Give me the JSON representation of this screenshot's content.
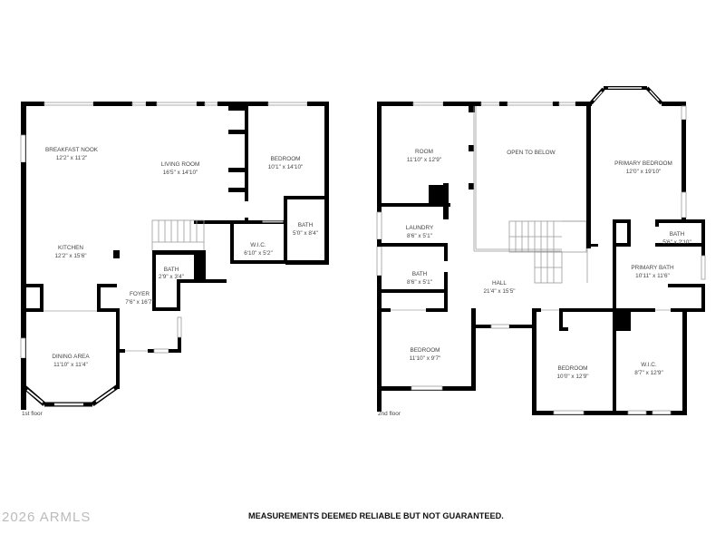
{
  "floors": [
    {
      "label": "1st floor",
      "rooms": [
        {
          "name": "BREAKFAST NOOK",
          "dims": "12'2\" x 11'2\""
        },
        {
          "name": "LIVING ROOM",
          "dims": "16'5\" x 14'10\""
        },
        {
          "name": "BEDROOM",
          "dims": "10'1\" x 14'10\""
        },
        {
          "name": "BATH",
          "dims": "5'0\" x 8'4\""
        },
        {
          "name": "W.I.C.",
          "dims": "6'10\" x 5'2\""
        },
        {
          "name": "KITCHEN",
          "dims": "12'2\" x 15'6\""
        },
        {
          "name": "BATH",
          "dims": "2'9\" x 3'4\""
        },
        {
          "name": "FOYER",
          "dims": "7'6\" x 16'7\""
        },
        {
          "name": "DINING AREA",
          "dims": "11'10\" x 11'4\""
        }
      ]
    },
    {
      "label": "2nd floor",
      "rooms": [
        {
          "name": "ROOM",
          "dims": "11'10\" x 12'9\""
        },
        {
          "name": "OPEN TO BELOW",
          "dims": ""
        },
        {
          "name": "PRIMARY BEDROOM",
          "dims": "12'0\" x 19'10\""
        },
        {
          "name": "LAUNDRY",
          "dims": "8'6\" x 5'1\""
        },
        {
          "name": "BATH",
          "dims": "5'6\" x 2'10\""
        },
        {
          "name": "BATH",
          "dims": "8'6\" x 5'1\""
        },
        {
          "name": "PRIMARY BATH",
          "dims": "10'11\" x 11'6\""
        },
        {
          "name": "HALL",
          "dims": "21'4\" x 15'5\""
        },
        {
          "name": "BEDROOM",
          "dims": "11'10\" x 9'7\""
        },
        {
          "name": "BEDROOM",
          "dims": "10'0\" x 12'9\""
        },
        {
          "name": "W.I.C.",
          "dims": "8'7\" x 12'9\""
        }
      ]
    }
  ],
  "footer": {
    "copyright": "2026 ARMLS",
    "disclaimer": "MEASUREMENTS DEEMED RELIABLE BUT NOT GUARANTEED."
  }
}
